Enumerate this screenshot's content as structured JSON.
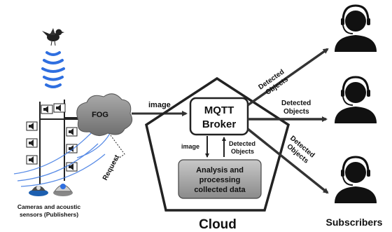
{
  "labels": {
    "fog": "FOG",
    "image_top": "image",
    "broker_line1": "MQTT",
    "broker_line2": "Broker",
    "image_inner": "image",
    "detected_inner_1": "Detected",
    "detected_inner_2": "Objects",
    "analysis_line1": "Analysis and",
    "analysis_line2": "processing",
    "analysis_line3": "collected data",
    "cloud": "Cloud",
    "request": "Request",
    "publishers_line1": "Cameras and acoustic",
    "publishers_line2": "sensors (Publishers)",
    "subscribers": "Subscribers",
    "detected_out_top_1": "Detected",
    "detected_out_top_2": "Objects",
    "detected_out_mid_1": "Detected",
    "detected_out_mid_2": "Objects",
    "detected_out_bot_1": "Detected",
    "detected_out_bot_2": "Objects"
  },
  "icons": {
    "bird": "bird-icon",
    "wifi": "wifi-waves-icon",
    "speaker": "speaker-icon",
    "camera": "camera-icon",
    "subscriber": "headset-user-icon"
  },
  "colors": {
    "arrow": "#333333",
    "fog_cloud": "#8f8f8f",
    "sound_waves": "#2f6fe0",
    "analysis_box": "#9a9a9a"
  }
}
